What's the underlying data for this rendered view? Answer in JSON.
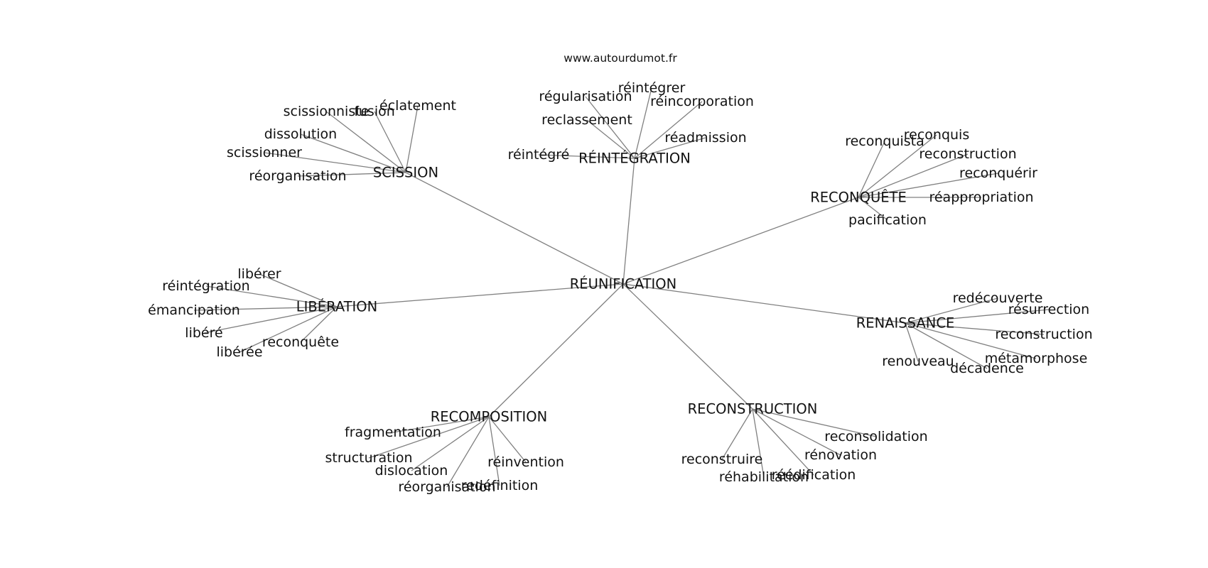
{
  "source_label": "www.autourdumot.fr",
  "graph": {
    "center": "RÉUNIFICATION",
    "clusters": [
      {
        "hub": "SCISSION",
        "words": [
          "scissionniste",
          "fusion",
          "éclatement",
          "dissolution",
          "scissionner",
          "réorganisation"
        ]
      },
      {
        "hub": "RÉINTÉGRATION",
        "words": [
          "régularisation",
          "réintégrer",
          "réincorporation",
          "reclassement",
          "réadmission",
          "réintégré"
        ]
      },
      {
        "hub": "RECONQUÊTE",
        "words": [
          "reconquista",
          "reconquis",
          "reconstruction",
          "reconquérir",
          "réappropriation",
          "pacification"
        ]
      },
      {
        "hub": "LIBÉRATION",
        "words": [
          "libérer",
          "réintégration",
          "émancipation",
          "libéré",
          "reconquête",
          "libérée"
        ]
      },
      {
        "hub": "RENAISSANCE",
        "words": [
          "redécouverte",
          "résurrection",
          "reconstruction",
          "métamorphose",
          "renouveau",
          "décadence"
        ]
      },
      {
        "hub": "RECOMPOSITION",
        "words": [
          "fragmentation",
          "structuration",
          "dislocation",
          "réinvention",
          "réorganisation",
          "redéfinition"
        ]
      },
      {
        "hub": "RECONSTRUCTION",
        "words": [
          "reconsolidation",
          "rénovation",
          "reconstruire",
          "réédification",
          "réhabilitation"
        ]
      }
    ]
  }
}
